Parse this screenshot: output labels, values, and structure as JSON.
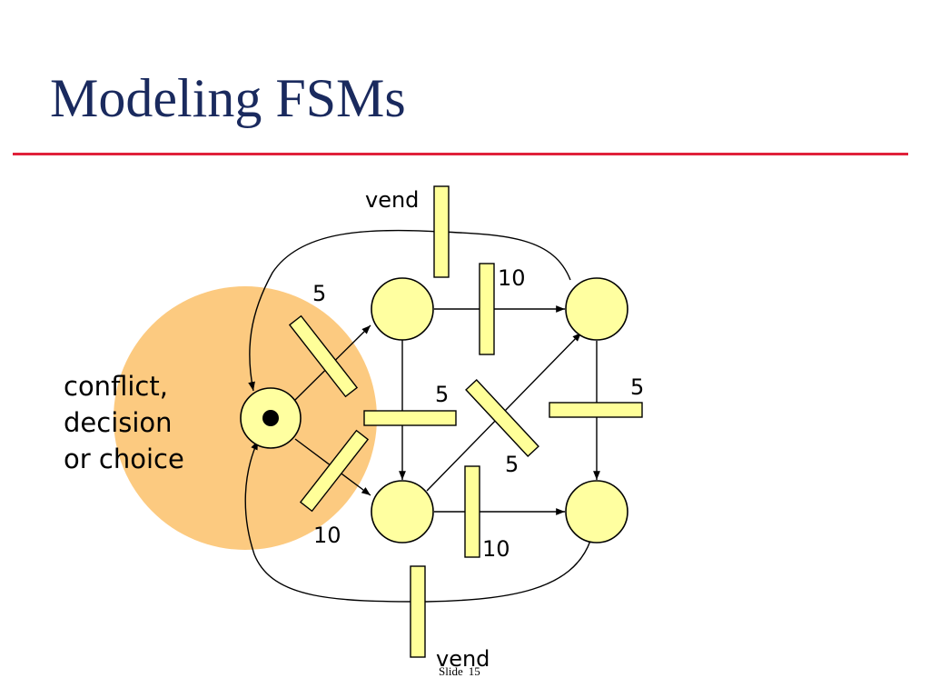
{
  "slide": {
    "title": "Modeling FSMs",
    "caption_lines": [
      "conflict,",
      "decision",
      "or choice"
    ],
    "footer_label": "Slide",
    "footer_number": "15"
  },
  "colors": {
    "title": "#1a2a5e",
    "rule": "#e0213a",
    "highlight": "#fcca80",
    "place_fill": "#ffffa0",
    "transition_fill": "#ffff99",
    "stroke": "#000000"
  },
  "diagram": {
    "places": [
      "start-place",
      "place-top-mid",
      "place-top-right",
      "place-bottom-mid",
      "place-bottom-right"
    ],
    "initial_token_place": "start-place",
    "transition_labels": {
      "vend_top": "vend",
      "vend_bottom": "vend",
      "start_to_top": "5",
      "start_to_bottom": "10",
      "top_mid_to_top_right": "10",
      "top_mid_to_bottom_mid": "5",
      "bottom_mid_to_top_right": "5",
      "top_right_to_bottom_right": "5",
      "bottom_mid_to_bottom_right": "10"
    }
  }
}
